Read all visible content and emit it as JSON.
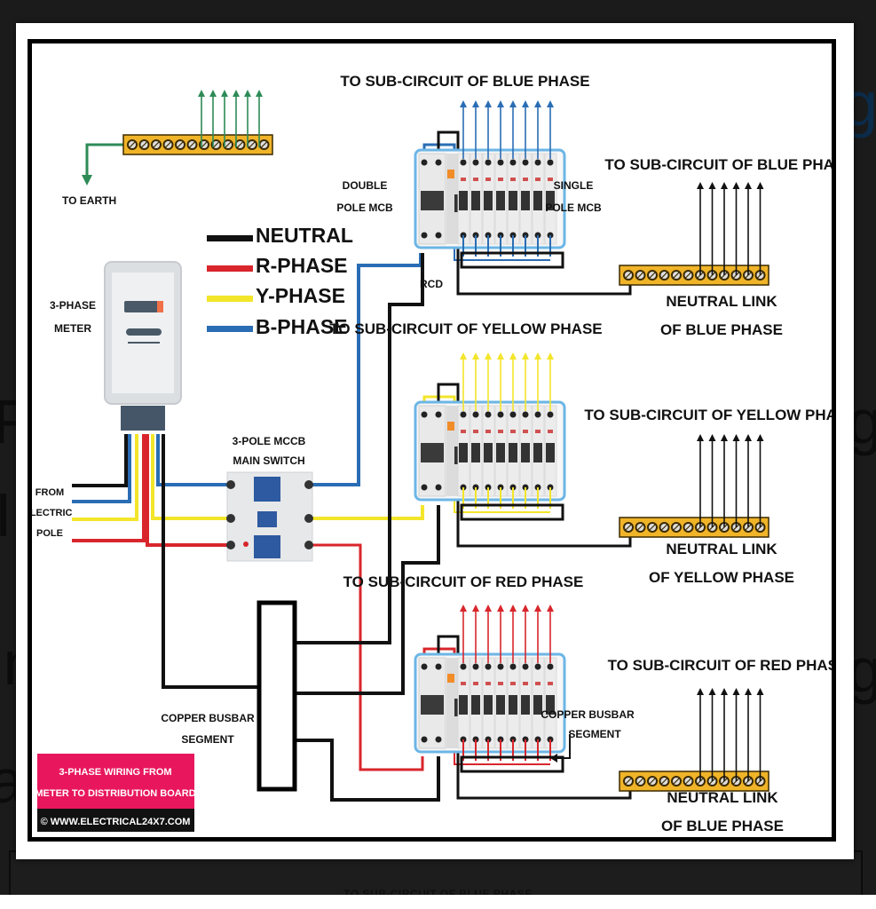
{
  "background": {
    "ghost_glyphs": [
      "g",
      "F",
      "g",
      "I",
      "In",
      "g",
      "a"
    ],
    "under_caption": "TO SUB-CIRCUIT OF BLUE PHASE"
  },
  "colors": {
    "neutral": "#111111",
    "r_phase": "#d8262c",
    "y_phase": "#f3e52a",
    "b_phase": "#2a6db4",
    "earth": "#2e8b57",
    "link_bar": "#f0b429",
    "board_outline": "#6cb6e6",
    "badge_bg": "#e8175d"
  },
  "legend": [
    {
      "label": "NEUTRAL",
      "color_key": "neutral"
    },
    {
      "label": "R-PHASE",
      "color_key": "r_phase"
    },
    {
      "label": "Y-PHASE",
      "color_key": "y_phase"
    },
    {
      "label": "B-PHASE",
      "color_key": "b_phase"
    }
  ],
  "earth": {
    "label": "TO EARTH",
    "terminals": 12,
    "outgoing_arrows": 6
  },
  "meter": {
    "label_line1": "3-PHASE",
    "label_line2": "METER"
  },
  "supply": {
    "line1": "FROM",
    "line2": "ELECTRIC",
    "line3": "POLE"
  },
  "mccb": {
    "line1": "3-POLE MCCB",
    "line2": "MAIN SWITCH"
  },
  "busbar": {
    "line1": "COPPER BUSBAR",
    "line2": "SEGMENT"
  },
  "boards": [
    {
      "phase": "blue",
      "title": "TO SUB-CIRCUIT OF BLUE PHASE",
      "color_key": "b_phase",
      "left_label_1": "DOUBLE",
      "left_label_2": "POLE MCB",
      "right_label_1": "SINGLE",
      "right_label_2": "POLE MCB",
      "rcd_label": "RCD",
      "mcb_count": 8
    },
    {
      "phase": "yellow",
      "title": "TO SUB-CIRCUIT OF YELLOW PHASE",
      "color_key": "y_phase",
      "mcb_count": 8
    },
    {
      "phase": "red",
      "title": "TO SUB-CIRCUIT OF RED PHASE",
      "color_key": "r_phase",
      "right_label_1": "COPPER BUSBAR",
      "right_label_2": "SEGMENT",
      "mcb_count": 8
    }
  ],
  "neutral_links": [
    {
      "title": "TO SUB-CIRCUIT OF BLUE PHASE",
      "label_1": "NEUTRAL LINK",
      "label_2": "OF BLUE PHASE",
      "terminals": 12,
      "outgoing_arrows": 6
    },
    {
      "title": "TO SUB-CIRCUIT OF YELLOW PHASE",
      "label_1": "NEUTRAL LINK",
      "label_2": "OF YELLOW PHASE",
      "terminals": 12,
      "outgoing_arrows": 6
    },
    {
      "title": "TO SUB-CIRCUIT OF RED PHASE",
      "label_1": "NEUTRAL LINK",
      "label_2": "OF BLUE PHASE",
      "terminals": 12,
      "outgoing_arrows": 6
    }
  ],
  "badge": {
    "line1": "3-PHASE WIRING FROM",
    "line2": "METER TO DISTRIBUTION BOARD",
    "credit": "© WWW.ELECTRICAL24X7.COM"
  }
}
